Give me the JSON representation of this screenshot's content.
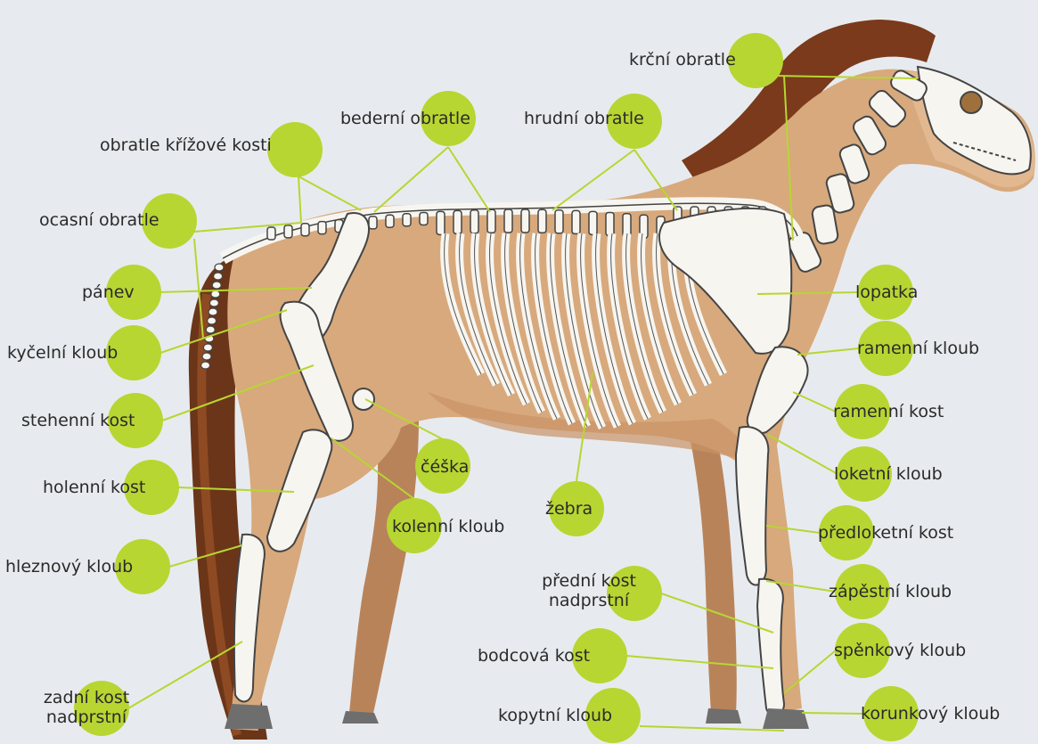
{
  "colors": {
    "background": "#e7ebef",
    "coat": "#d7a97c",
    "coat_shadow": "#b9835a",
    "mane": "#6b3519",
    "hoof": "#6e6e6e",
    "bone": "#f7f5f0",
    "bone_outline": "#444444",
    "dot": "#b7d632",
    "leader": "#b7d632"
  },
  "labels": [
    {
      "id": "krcni-obratle",
      "text": "krční obratle"
    },
    {
      "id": "bederni-obratle",
      "text": "bederní obratle"
    },
    {
      "id": "hrudni-obratle",
      "text": "hrudní obratle"
    },
    {
      "id": "obratle-krizove-kosti",
      "text": "obratle křížové kosti"
    },
    {
      "id": "ocasni-obratle",
      "text": "ocasní obratle"
    },
    {
      "id": "panev",
      "text": "pánev"
    },
    {
      "id": "kycelni-kloub",
      "text": "kyčelní kloub"
    },
    {
      "id": "stehenni-kost",
      "text": "stehenní kost"
    },
    {
      "id": "holenni-kost",
      "text": "holenní kost"
    },
    {
      "id": "hleznovy-kloub",
      "text": "hleznový kloub"
    },
    {
      "id": "zadni-kost-nadprstni",
      "text": "zadní kost nadprstní"
    },
    {
      "id": "ceska",
      "text": "čéška"
    },
    {
      "id": "kolenni-kloub",
      "text": "kolenní kloub"
    },
    {
      "id": "zebra",
      "text": "žebra"
    },
    {
      "id": "lopatka",
      "text": "lopatka"
    },
    {
      "id": "ramenni-kloub",
      "text": "ramenní kloub"
    },
    {
      "id": "ramenni-kost",
      "text": "ramenní kost"
    },
    {
      "id": "loketni-kloub",
      "text": "loketní kloub"
    },
    {
      "id": "predloketni-kost",
      "text": "předloketní kost"
    },
    {
      "id": "predni-kost-nadprstni",
      "text": "přední kost nadprstní"
    },
    {
      "id": "zapestni-kloub",
      "text": "zápěstní kloub"
    },
    {
      "id": "bodcova-kost",
      "text": "bodcová kost"
    },
    {
      "id": "spenkovy-kloub",
      "text": "spěnkový kloub"
    },
    {
      "id": "kopytni-kloub",
      "text": "kopytní kloub"
    },
    {
      "id": "korunkovy-kloub",
      "text": "korunkový kloub"
    }
  ]
}
